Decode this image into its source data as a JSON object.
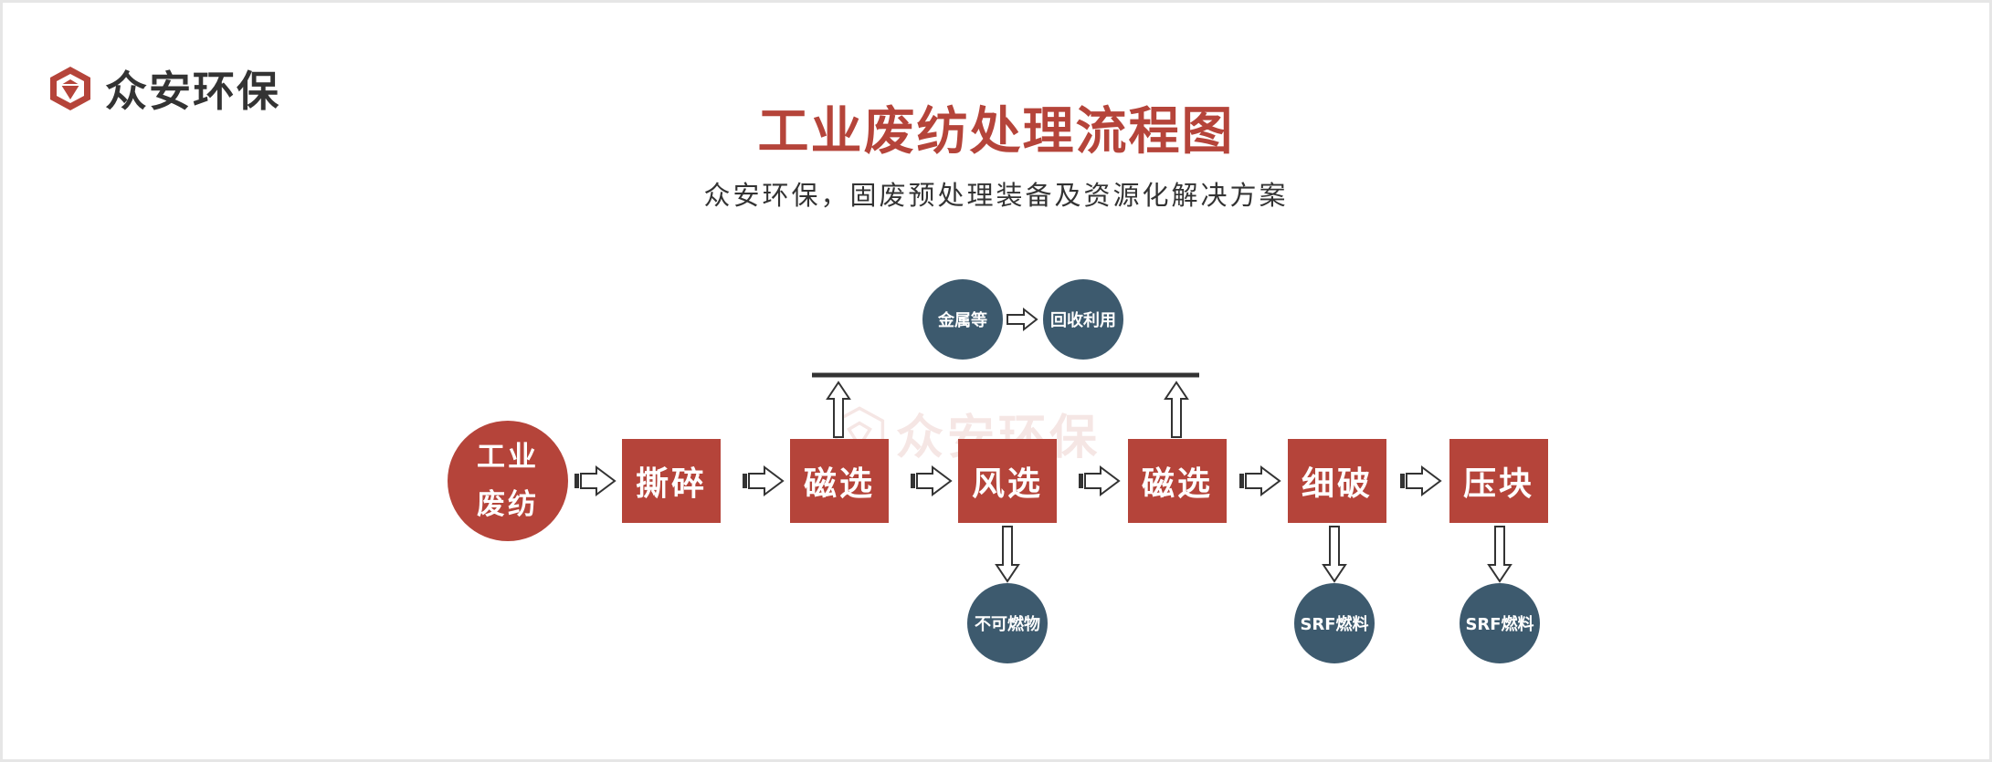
{
  "logo": {
    "name": "众安环保"
  },
  "title": "工业废纺处理流程图",
  "subtitle": "众安环保，固废预处理装备及资源化解决方案",
  "watermark": "众安环保",
  "nodes": {
    "start": [
      "工业",
      "废纺"
    ],
    "shred": "撕碎",
    "magnetic1": "磁选",
    "wind": "风选",
    "magnetic2": "磁选",
    "fine": "细破",
    "press": "压块"
  },
  "outputs": {
    "metals": "金属等",
    "recycle": "回收利用",
    "noncombustible": "不可燃物",
    "srf1": "SRF燃料",
    "srf2": "SRF燃料"
  },
  "colors": {
    "brand_red": "#b5443a",
    "output_blue": "#3d5a6e",
    "text_dark": "#333333"
  }
}
